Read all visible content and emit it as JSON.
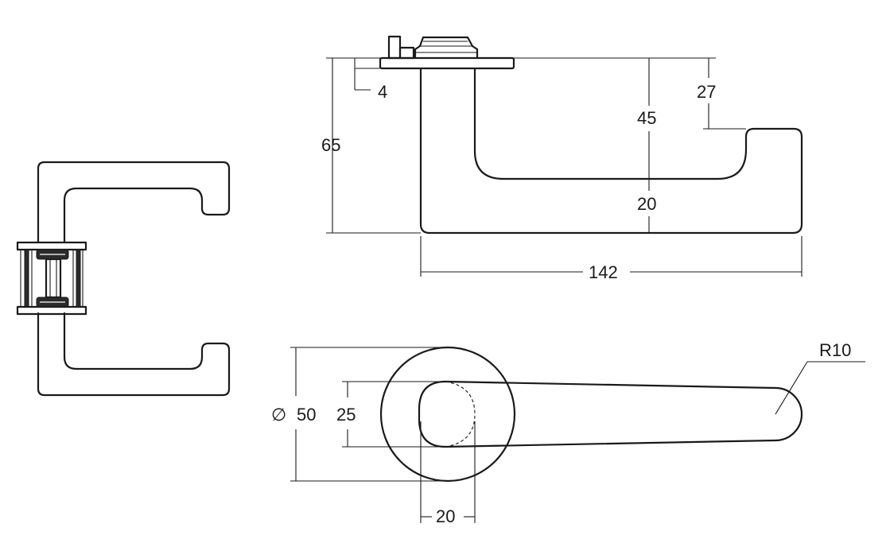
{
  "dimensions": {
    "plate_thickness": "4",
    "overall_height": "65",
    "lever_height": "45",
    "lever_tip": "27",
    "lever_thickness": "20",
    "lever_length": "142",
    "rose_diameter_symbol": "∅",
    "rose_diameter": "50",
    "neck_height": "25",
    "neck_width": "20",
    "tip_radius": "R10"
  }
}
